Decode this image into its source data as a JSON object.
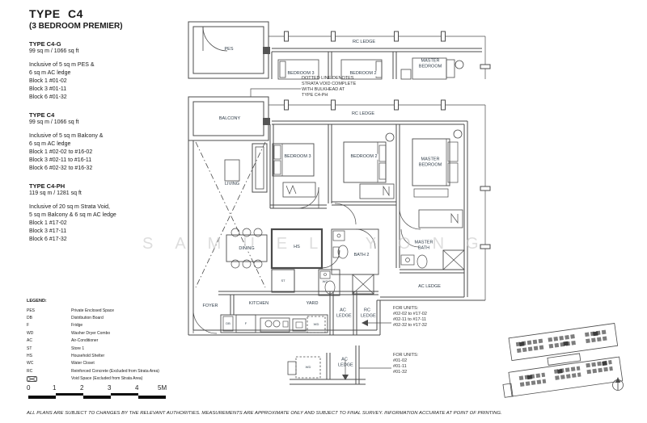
{
  "document": {
    "title": "TYPE C4",
    "subtitle": "(3 BEDROOM PREMIER)"
  },
  "variants": [
    {
      "name": "TYPE C4-G",
      "area": "99 sq m / 1066 sq ft",
      "details": [
        "Inclusive of 5 sq m PES &",
        "6 sq m AC ledge",
        "Block 1 #01-02",
        "Block 3 #01-11",
        "Block 6 #01-32"
      ]
    },
    {
      "name": "TYPE C4",
      "area": "99 sq m / 1066 sq ft",
      "details": [
        "Inclusive of 5 sq m Balcony &",
        "6 sq m AC ledge",
        "Block 1 #02-02 to #16-02",
        "Block 3 #02-11 to #16-11",
        "Block 6 #02-32 to #16-32"
      ]
    },
    {
      "name": "TYPE C4-PH",
      "area": "119 sq m / 1281 sq ft",
      "details": [
        "Inclusive of 20 sq m Strata Void,",
        "5 sq m Balcony & 6 sq m AC ledge",
        "Block 1 #17-02",
        "Block 3 #17-11",
        "Block 6 #17-32"
      ]
    }
  ],
  "plan": {
    "note": [
      "DOTTED LINE DENOTES",
      "STRATA VOID COMPLETE",
      "WITH BULKHEAD AT",
      "TYPE C4-PH"
    ],
    "labels": {
      "pes": "PES",
      "rc_ledge_top": "RC LEDGE",
      "bedroom3_top": "BEDROOM 3",
      "bedroom2_top": "BEDROOM 2",
      "master_top": "MASTER BEDROOM",
      "balcony": "BALCONY",
      "rc_ledge": "RC LEDGE",
      "bedroom3": "BEDROOM 3",
      "bedroom2": "BEDROOM 2",
      "master_bedroom": "MASTER BEDROOM",
      "living": "LIVING",
      "dining": "DINING",
      "hs": "HS",
      "st": "ST",
      "bath2": "BATH 2",
      "wc": "WC",
      "master_bath": "MASTER BATH",
      "ac_ledge_right": "AC LEDGE",
      "foyer": "FOYER",
      "kitchen": "KITCHEN",
      "yard": "YARD",
      "ac_ledge_bottom": "AC LEDGE",
      "rc_ledge_bottom": "RC LEDGE",
      "db": "DB",
      "f": "F",
      "wd": "WD",
      "wd_ground": "WD",
      "ac_ledge_ground": "AC LEDGE"
    },
    "for_units_typical": {
      "heading": "FOR UNITS:",
      "lines": [
        "#02-02 to #17-02",
        "#02-11 to #17-11",
        "#02-32 to #17-32"
      ]
    },
    "for_units_ground": {
      "heading": "FOR UNITS:",
      "lines": [
        "#01-02",
        "#01-11",
        "#01-32"
      ]
    }
  },
  "legend": {
    "heading": "LEGEND:",
    "items": [
      {
        "abbr": "PES",
        "desc": "Private Enclosed Space"
      },
      {
        "abbr": "DB",
        "desc": "Distribution Board"
      },
      {
        "abbr": "F",
        "desc": "Fridge"
      },
      {
        "abbr": "WD",
        "desc": "Washer Dryer Combo"
      },
      {
        "abbr": "AC",
        "desc": "Air-Conditioner"
      },
      {
        "abbr": "ST",
        "desc": "Store 1"
      },
      {
        "abbr": "HS",
        "desc": "Household Shelter"
      },
      {
        "abbr": "WC",
        "desc": "Water Closet"
      },
      {
        "abbr": "RC",
        "desc": "Reinforced Concrete (Excluded from Strata Area)"
      }
    ],
    "void_desc": "Void Space (Excluded from Strata Area)"
  },
  "scale_bar": {
    "labels": [
      "0",
      "1",
      "2",
      "3",
      "4",
      "5M"
    ]
  },
  "disclaimer": "ALL PLANS ARE SUBJECT TO CHANGES BY THE RELEVANT AUTHORITIES. MEASUREMENTS ARE APPROXIMATE ONLY AND SUBJECT TO FINAL SURVEY. INFORMATION ACCURATE AT POINT OF PRINTING.",
  "watermark": "SAMUEL YONG",
  "colors": {
    "line": "#4b4b4b",
    "label": "#2e3b47",
    "watermark": "#c8c8c8"
  }
}
